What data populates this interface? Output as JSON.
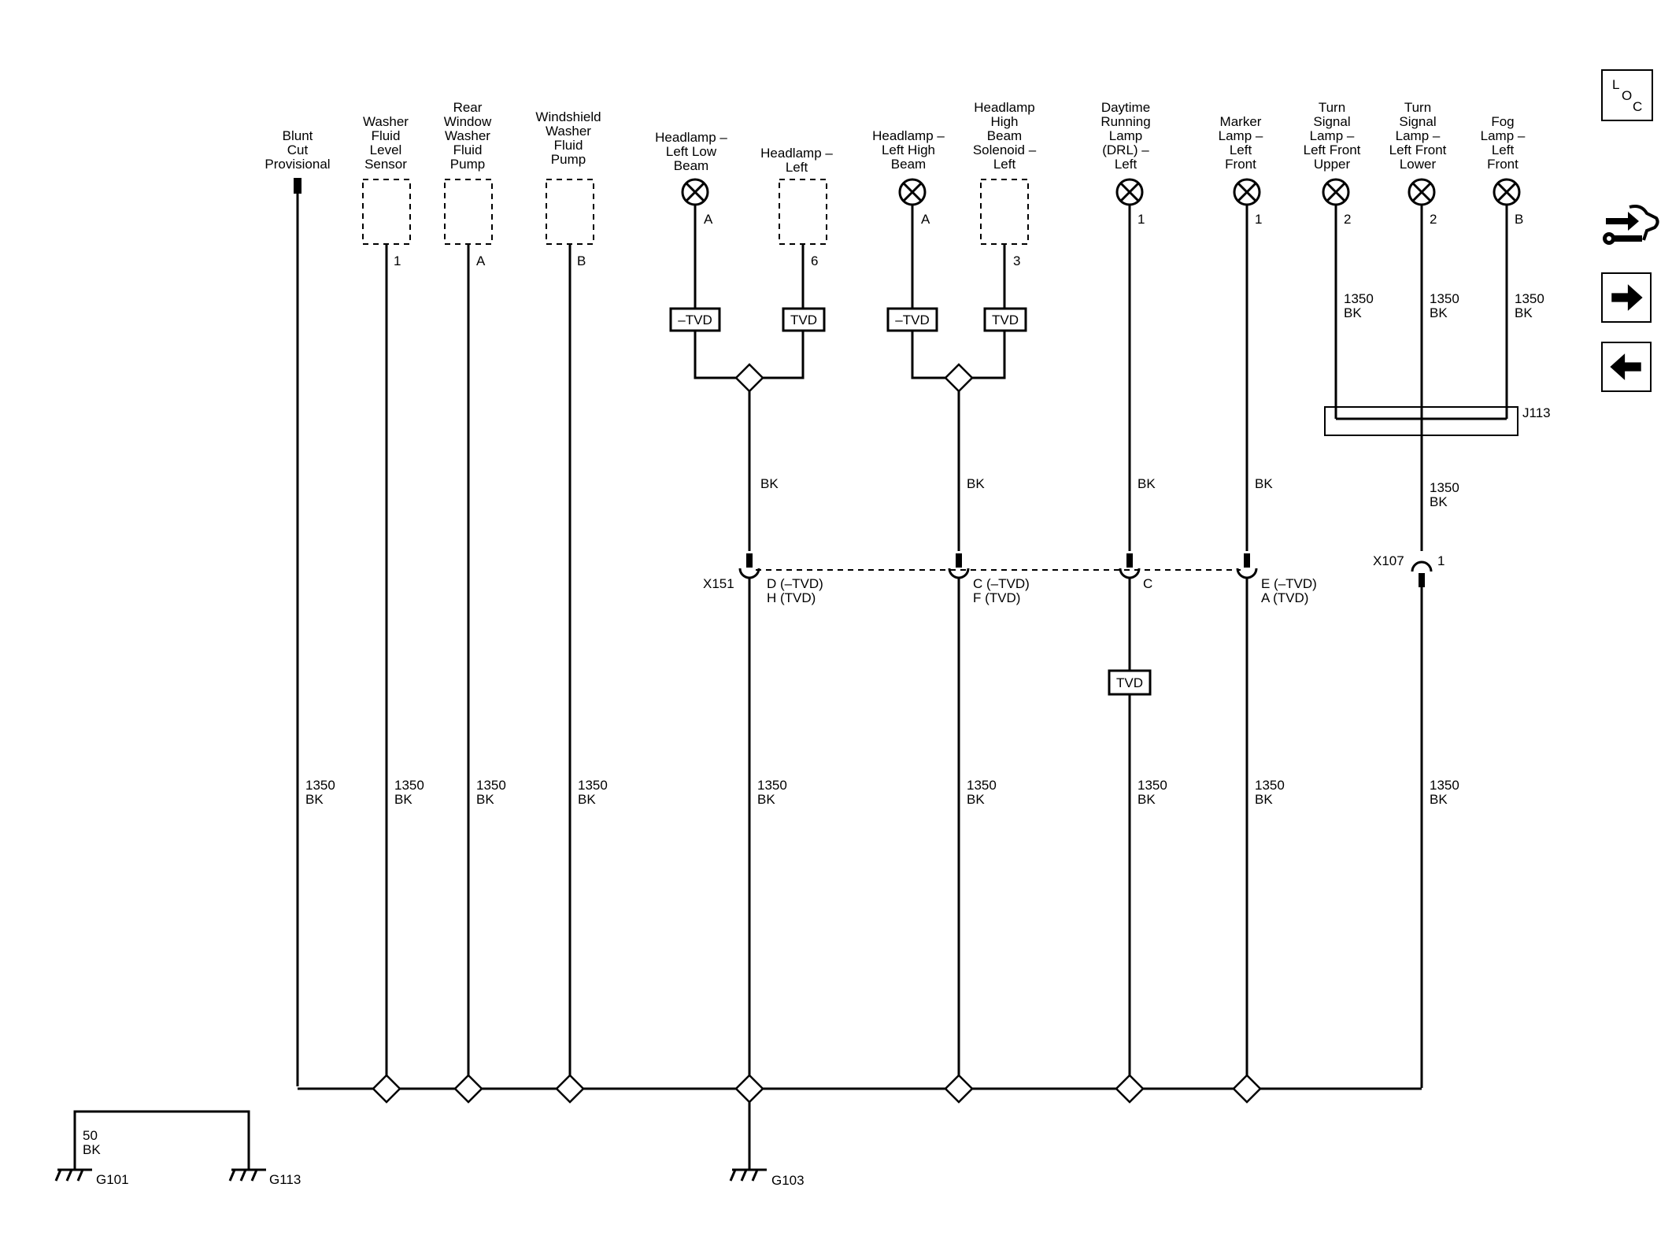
{
  "components": {
    "blunt_cut": "Blunt\nCut\nProvisional",
    "washer_sensor": "Washer\nFluid\nLevel\nSensor",
    "rear_washer_pump": "Rear\nWindow\nWasher\nFluid\nPump",
    "windshield_washer_pump": "Windshield\nWasher\nFluid\nPump",
    "headlamp_low": "Headlamp –\nLeft Low\nBeam",
    "headlamp_left": "Headlamp –\nLeft",
    "headlamp_high": "Headlamp –\nLeft High\nBeam",
    "headlamp_solenoid": "Headlamp\nHigh\nBeam\nSolenoid –\nLeft",
    "drl": "Daytime\nRunning\nLamp\n(DRL) –\nLeft",
    "marker": "Marker\nLamp –\nLeft\nFront",
    "turn_upper": "Turn\nSignal\nLamp –\nLeft Front\nUpper",
    "turn_lower": "Turn\nSignal\nLamp –\nLeft Front\nLower",
    "fog": "Fog\nLamp –\nLeft\nFront"
  },
  "pins": {
    "washer_sensor": "1",
    "rear_washer_pump": "A",
    "windshield_washer_pump": "B",
    "headlamp_low": "A",
    "headlamp_left": "6",
    "headlamp_high": "A",
    "headlamp_solenoid": "3",
    "drl": "1",
    "marker": "1",
    "turn_upper": "2",
    "turn_lower": "2",
    "fog": "B"
  },
  "option_tags": {
    "neg_tvd": "–TVD",
    "tvd": "TVD"
  },
  "wires": {
    "gauge_color": "1350\nBK",
    "color_only": "BK",
    "ground_jumper": "50\nBK"
  },
  "connectors": {
    "x151": "X151",
    "x151_low": "D (–TVD)\nH (TVD)",
    "x151_high": "C (–TVD)\nF (TVD)",
    "x151_drl": "C",
    "x151_marker": "E (–TVD)\nA (TVD)",
    "x107": "X107",
    "x107_pin": "1",
    "j113": "J113"
  },
  "grounds": {
    "g101": "G101",
    "g113": "G113",
    "g103": "G103"
  },
  "nav": {
    "loc_l": "L",
    "loc_o": "O",
    "loc_c": "C"
  },
  "icons": {
    "lamp": "lamp-symbol-icon",
    "ground": "ground-symbol-icon",
    "tool": "tool-icon",
    "forward": "arrow-right-icon",
    "back": "arrow-left-icon"
  }
}
